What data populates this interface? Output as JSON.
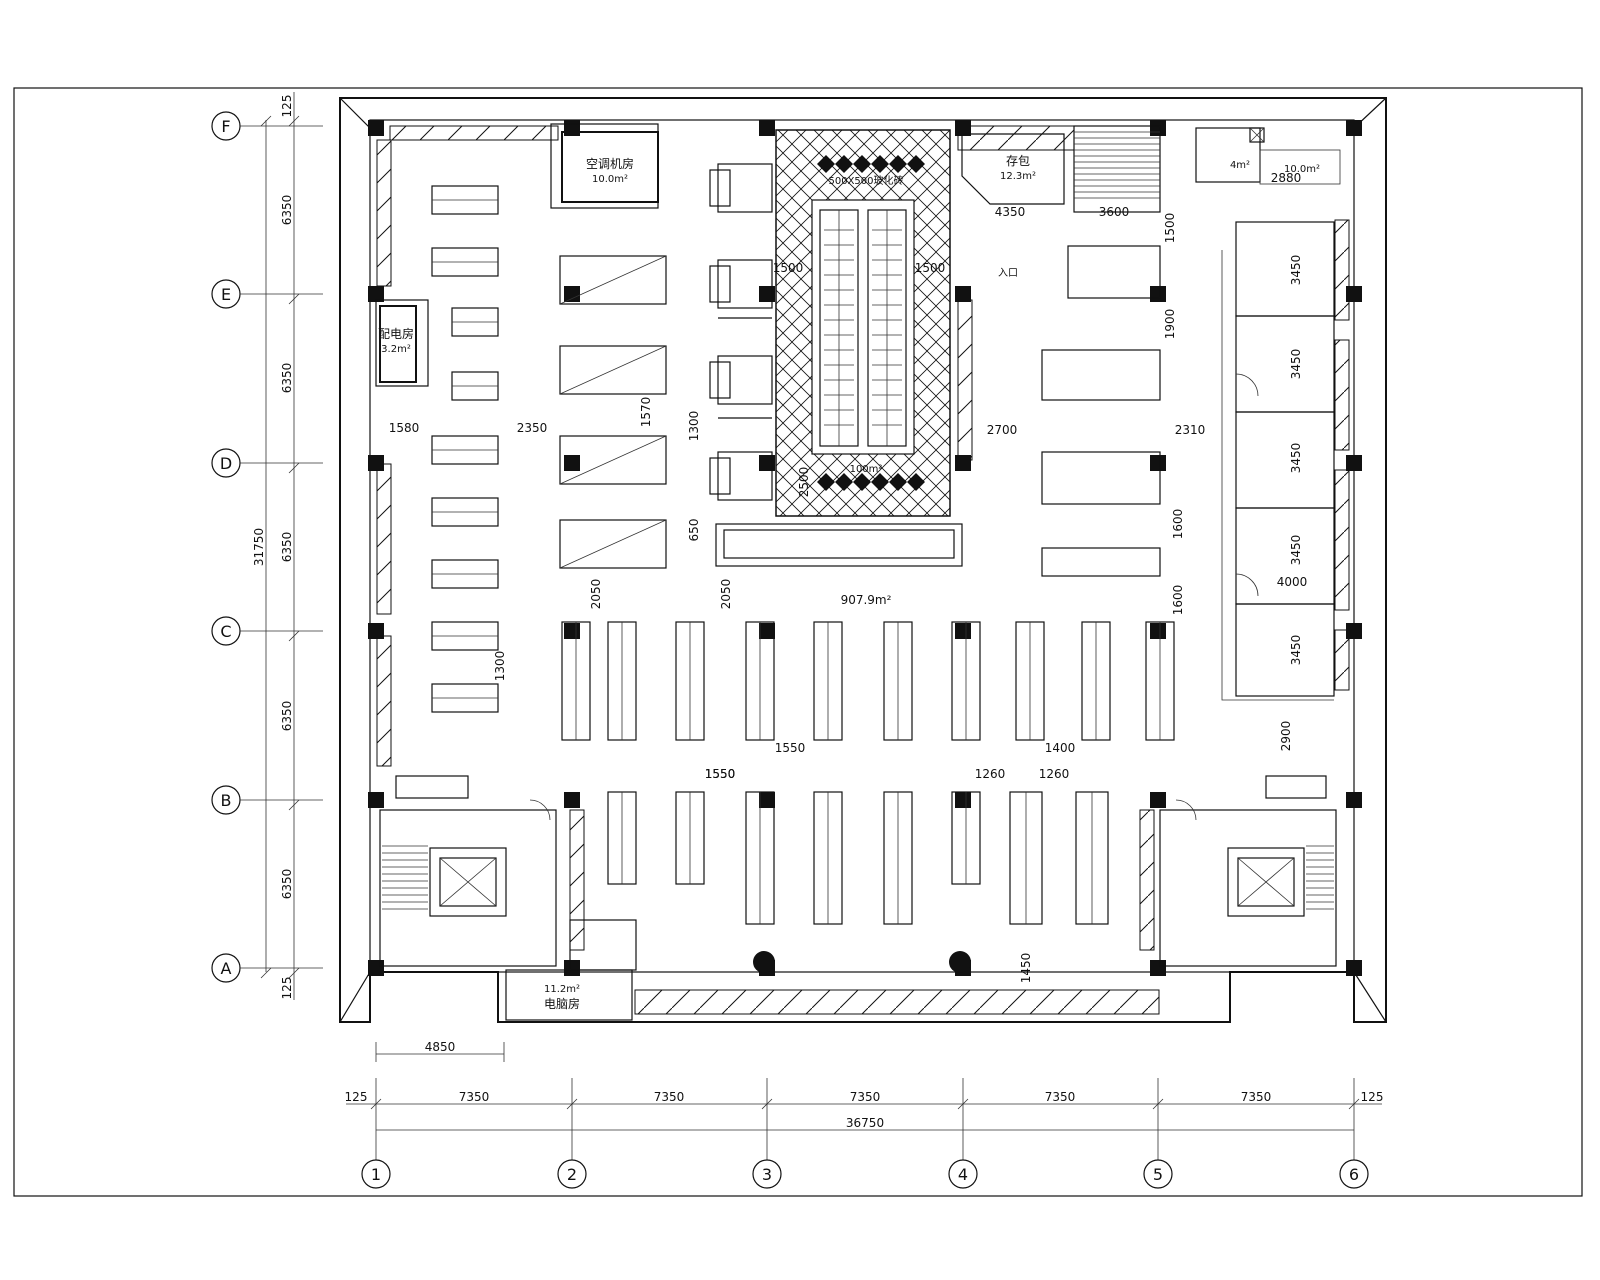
{
  "axes": {
    "rows": [
      "F",
      "E",
      "D",
      "C",
      "B",
      "A"
    ],
    "cols": [
      "1",
      "2",
      "3",
      "4",
      "5",
      "6"
    ]
  },
  "dimensions": {
    "bottom_spans": [
      "7350",
      "7350",
      "7350",
      "7350",
      "7350"
    ],
    "bottom_edges": [
      "125",
      "125"
    ],
    "bottom_total": "36750",
    "left_spans": [
      "6350",
      "6350",
      "6350",
      "6350",
      "6350"
    ],
    "left_edges": [
      "125",
      "125"
    ],
    "left_total": "31750",
    "bay_width": "4850",
    "interior": [
      "1580",
      "2350",
      "1570",
      "1300",
      "1500",
      "1500",
      "2500",
      "650",
      "2050",
      "2050",
      "1300",
      "1550",
      "1550",
      "1550",
      "1260",
      "1260",
      "1400",
      "1450",
      "2700",
      "2310",
      "4350",
      "3600",
      "2880",
      "1500",
      "1900",
      "1600",
      "1600",
      "3450",
      "3450",
      "3450",
      "3450",
      "3450",
      "4000",
      "2900"
    ]
  },
  "rooms": {
    "ac_room_name": "空调机房",
    "ac_room_area": "10.0m²",
    "power_room_name": "配电房",
    "power_room_area": "3.2m²",
    "storage_name": "存包",
    "storage_area": "12.3m²",
    "small_area_1": "4m²",
    "small_area_2": "10.0m²",
    "computer_room_name": "电脑房",
    "computer_room_area": "11.2m²",
    "floor_area": "907.9m²",
    "escalator_area": "100m²",
    "escalator_tile": "500X500玻化砖",
    "entrance": "入口"
  }
}
